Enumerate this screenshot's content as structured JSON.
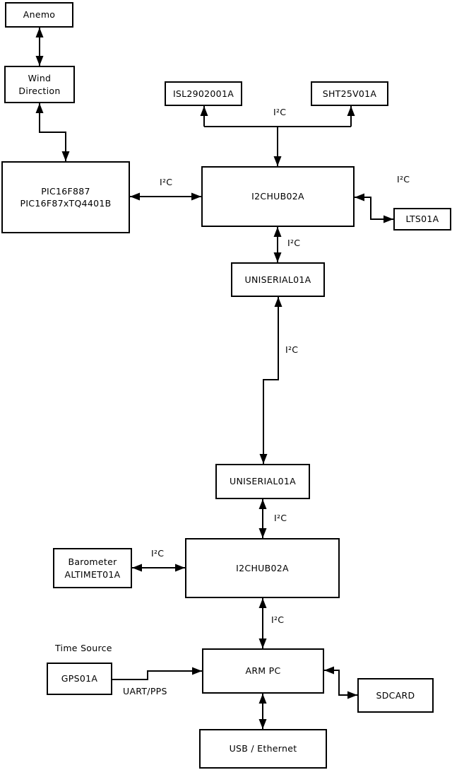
{
  "diagram": {
    "nodes": {
      "anemo": {
        "label": "Anemo"
      },
      "wind_direction": {
        "label": "Wind\nDirection"
      },
      "pic": {
        "label": "PIC16F887\nPIC16F87xTQ4401B"
      },
      "isl2902001a": {
        "label": "ISL2902001A"
      },
      "sht25v01a": {
        "label": "SHT25V01A"
      },
      "i2chub_1": {
        "label": "I2CHUB02A"
      },
      "lts01a": {
        "label": "LTS01A"
      },
      "uniserial_1": {
        "label": "UNISERIAL01A"
      },
      "uniserial_2": {
        "label": "UNISERIAL01A"
      },
      "i2chub_2": {
        "label": "I2CHUB02A"
      },
      "barometer": {
        "label": "Barometer\nALTIMET01A"
      },
      "arm_pc": {
        "label": "ARM PC"
      },
      "gps01a": {
        "label": "GPS01A"
      },
      "sdcard": {
        "label": "SDCARD"
      },
      "usb_ethernet": {
        "label": "USB / Ethernet"
      }
    },
    "edge_labels": {
      "sensors_bus": "I²C",
      "pic_bus": "I²C",
      "lts_bus": "I²C",
      "hub1_uniserial": "I²C",
      "uniserial_link": "I²C",
      "uniserial2_hub2": "I²C",
      "barometer_bus": "I²C",
      "hub2_armpc": "I²C",
      "time_source": "Time Source",
      "uart_pps": "UART/PPS"
    },
    "colors": {
      "line": "#000000",
      "box_border": "#000000",
      "box_fill": "#ffffff",
      "background": "#ffffff",
      "text": "#000000"
    }
  }
}
